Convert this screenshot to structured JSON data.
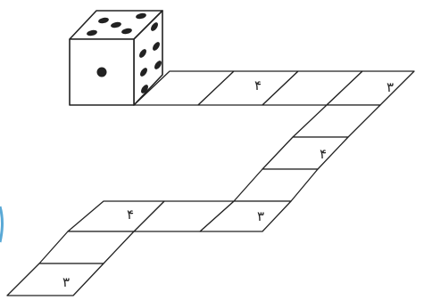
{
  "board": {
    "cells": [
      {
        "id": "r1c1",
        "label": ""
      },
      {
        "id": "r1c2",
        "label": "۴"
      },
      {
        "id": "r1c3",
        "label": ""
      },
      {
        "id": "r1c4",
        "label": "۳"
      },
      {
        "id": "d1",
        "label": ""
      },
      {
        "id": "d2",
        "label": "۴"
      },
      {
        "id": "d3",
        "label": ""
      },
      {
        "id": "m3",
        "label": "۳"
      },
      {
        "id": "m2",
        "label": ""
      },
      {
        "id": "m1",
        "label": "۴"
      },
      {
        "id": "b1",
        "label": ""
      },
      {
        "id": "b2",
        "label": "۳"
      }
    ]
  },
  "die": {
    "front_pips": 1,
    "top_pips": 5,
    "side_pips": 6
  },
  "colors": {
    "stroke": "#222222",
    "fill": "#ffffff",
    "edge_accent": "#5aa9d6"
  }
}
